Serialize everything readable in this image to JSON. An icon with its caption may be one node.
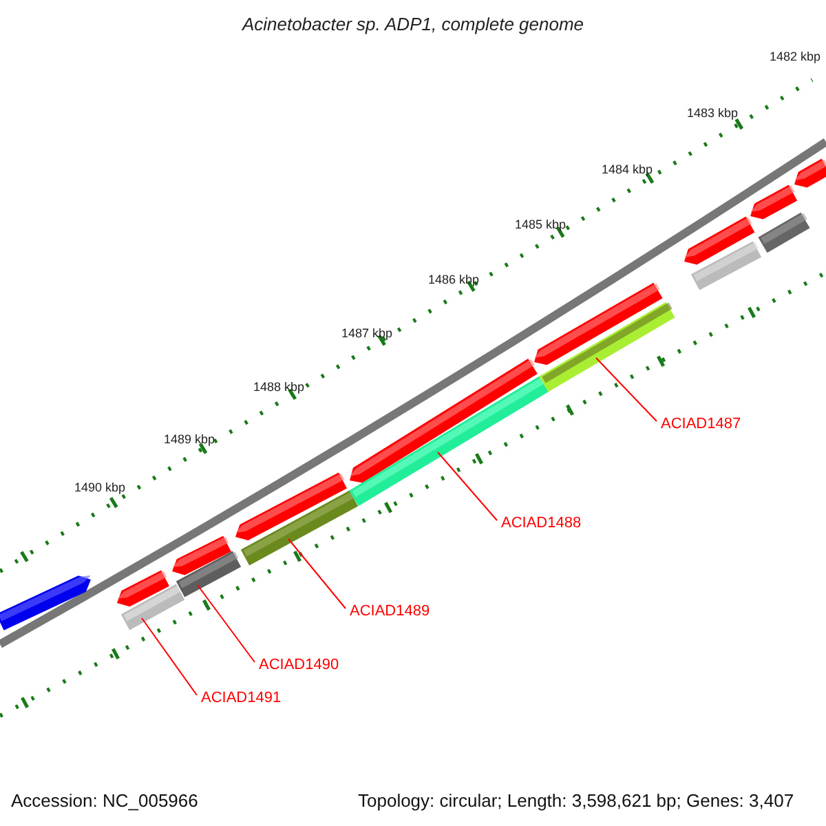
{
  "diagram": {
    "title": "Acinetobacter sp. ADP1, complete genome",
    "nodes": [
      {
        "text": [
          "ACIAD1487"
        ]
      },
      {
        "text": [
          "ACIAD1488"
        ]
      },
      {
        "text": [
          "ACIAD1489"
        ]
      },
      {
        "text": [
          "ACIAD1490"
        ]
      },
      {
        "text": [
          "ACIAD1491"
        ]
      },
      {
        "text": [],
        "shape": "arrow"
      },
      {
        "text": [],
        "shape": "arrow"
      },
      {
        "text": [],
        "shape": "bar"
      },
      {
        "text": [],
        "shape": "arrow"
      },
      {
        "text": [],
        "shape": "bar"
      },
      {
        "text": [],
        "shape": "arrow"
      },
      {
        "text": [],
        "shape": "bar"
      },
      {
        "text": [],
        "shape": "arrow"
      },
      {
        "text": [],
        "shape": "bar"
      },
      {
        "text": [],
        "shape": "arrow"
      },
      {
        "text": [],
        "shape": "bar"
      },
      {
        "text": [],
        "shape": "arrow"
      },
      {
        "text": [],
        "shape": "bar"
      },
      {
        "text": [],
        "shape": "arrow"
      },
      {
        "text": [],
        "shape": "bar"
      },
      {
        "text": [],
        "shape": "arrow"
      }
    ],
    "edges": [
      {
        "from": 0,
        "to": 15,
        "arrow": "none",
        "color": "#ff0000"
      },
      {
        "from": 1,
        "to": 13,
        "arrow": "none",
        "color": "#ff0000"
      },
      {
        "from": 2,
        "to": 11,
        "arrow": "none",
        "color": "#ff0000"
      },
      {
        "from": 3,
        "to": 9,
        "arrow": "none",
        "color": "#ff0000"
      },
      {
        "from": 4,
        "to": 7,
        "arrow": "none",
        "color": "#ff0000"
      }
    ],
    "labels": [
      "1482 kbp",
      "1483 kbp",
      "1484 kbp",
      "1485 kbp",
      "1486 kbp",
      "1487 kbp",
      "1488 kbp",
      "1489 kbp",
      "1490 kbp",
      "Accession: NC_005966",
      "Topology: circular; Length: 3,598,621 bp; Genes: 3,407"
    ]
  }
}
